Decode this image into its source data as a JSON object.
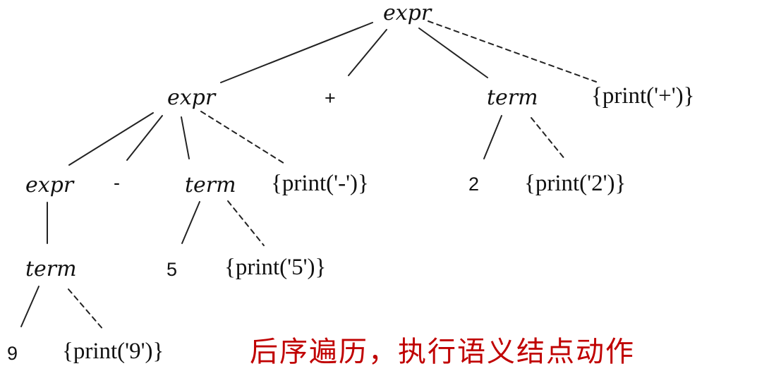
{
  "diagram": {
    "type": "annotated-parse-tree",
    "nodes": {
      "root_expr": {
        "label": "expr",
        "kind": "nonterminal"
      },
      "expr_l1": {
        "label": "expr",
        "kind": "nonterminal"
      },
      "plus": {
        "label": "+",
        "kind": "terminal"
      },
      "term_r1": {
        "label": "term",
        "kind": "nonterminal"
      },
      "act_plus": {
        "label": "{print('+')}",
        "kind": "action"
      },
      "expr_l2": {
        "label": "expr",
        "kind": "nonterminal"
      },
      "minus": {
        "label": "-",
        "kind": "terminal"
      },
      "term_m2": {
        "label": "term",
        "kind": "nonterminal"
      },
      "act_minus": {
        "label": "{print('-')}",
        "kind": "action"
      },
      "two": {
        "label": "2",
        "kind": "terminal"
      },
      "act_two": {
        "label": "{print('2')}",
        "kind": "action"
      },
      "term_l3": {
        "label": "term",
        "kind": "nonterminal"
      },
      "five": {
        "label": "5",
        "kind": "terminal"
      },
      "act_five": {
        "label": "{print('5')}",
        "kind": "action"
      },
      "nine": {
        "label": "9",
        "kind": "terminal"
      },
      "act_nine": {
        "label": "{print('9')}",
        "kind": "action"
      }
    },
    "edges": [
      {
        "from": "root_expr",
        "to": "expr_l1",
        "style": "solid"
      },
      {
        "from": "root_expr",
        "to": "plus",
        "style": "solid"
      },
      {
        "from": "root_expr",
        "to": "term_r1",
        "style": "solid"
      },
      {
        "from": "root_expr",
        "to": "act_plus",
        "style": "dashed"
      },
      {
        "from": "expr_l1",
        "to": "expr_l2",
        "style": "solid"
      },
      {
        "from": "expr_l1",
        "to": "minus",
        "style": "solid"
      },
      {
        "from": "expr_l1",
        "to": "term_m2",
        "style": "solid"
      },
      {
        "from": "expr_l1",
        "to": "act_minus",
        "style": "dashed"
      },
      {
        "from": "term_r1",
        "to": "two",
        "style": "solid"
      },
      {
        "from": "term_r1",
        "to": "act_two",
        "style": "dashed"
      },
      {
        "from": "expr_l2",
        "to": "term_l3",
        "style": "solid"
      },
      {
        "from": "term_m2",
        "to": "five",
        "style": "solid"
      },
      {
        "from": "term_m2",
        "to": "act_five",
        "style": "dashed"
      },
      {
        "from": "term_l3",
        "to": "nine",
        "style": "solid"
      },
      {
        "from": "term_l3",
        "to": "act_nine",
        "style": "dashed"
      }
    ],
    "caption": "后序遍历，执行语义结点动作",
    "colors": {
      "text": "#111111",
      "edge": "#222222",
      "caption": "#c00000"
    }
  }
}
